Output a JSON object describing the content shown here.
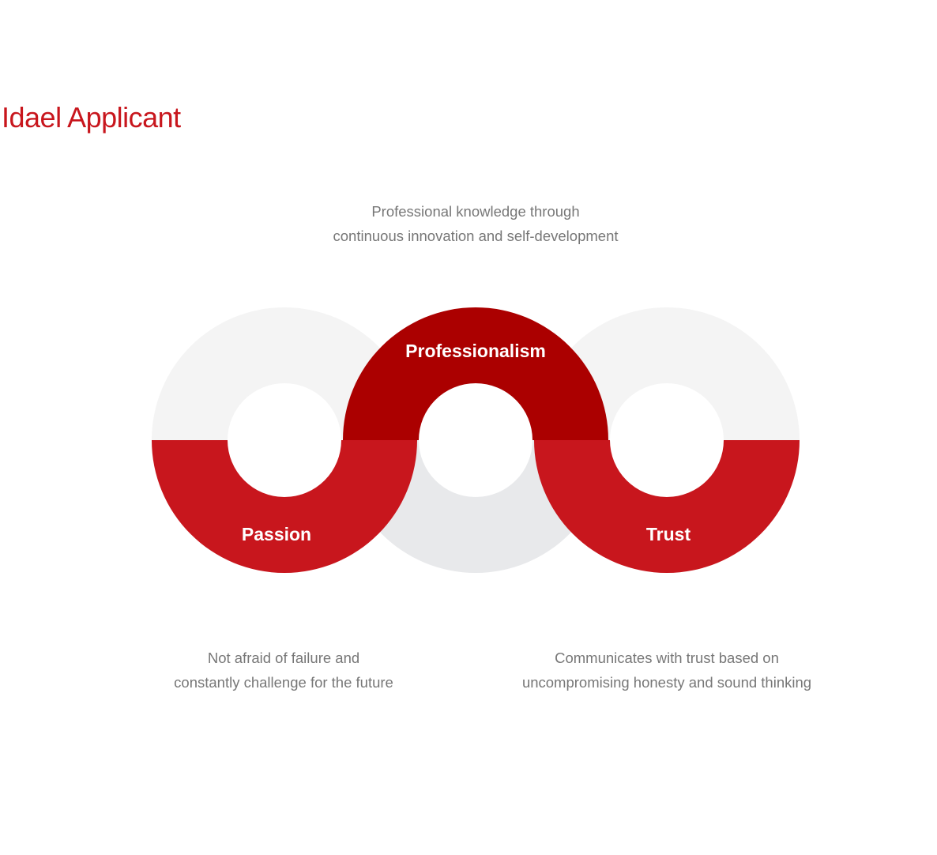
{
  "page": {
    "title": "Idael Applicant"
  },
  "values": [
    {
      "label": "Professionalism",
      "description": [
        "Professional knowledge through",
        "continuous innovation and self-development"
      ]
    },
    {
      "label": "Passion",
      "description": [
        "Not afraid of failure and",
        "constantly challenge for the future"
      ]
    },
    {
      "label": "Trust",
      "description": [
        "Communicates with trust based on",
        "uncompromising honesty and sound thinking"
      ]
    }
  ],
  "colors": {
    "title": "#c8161d",
    "ring_pale": "#f4f4f4",
    "ring_mid": "#e8e9eb",
    "accent_red": "#c8161d",
    "accent_dark_red": "#ab0000",
    "description_text": "#777777"
  }
}
